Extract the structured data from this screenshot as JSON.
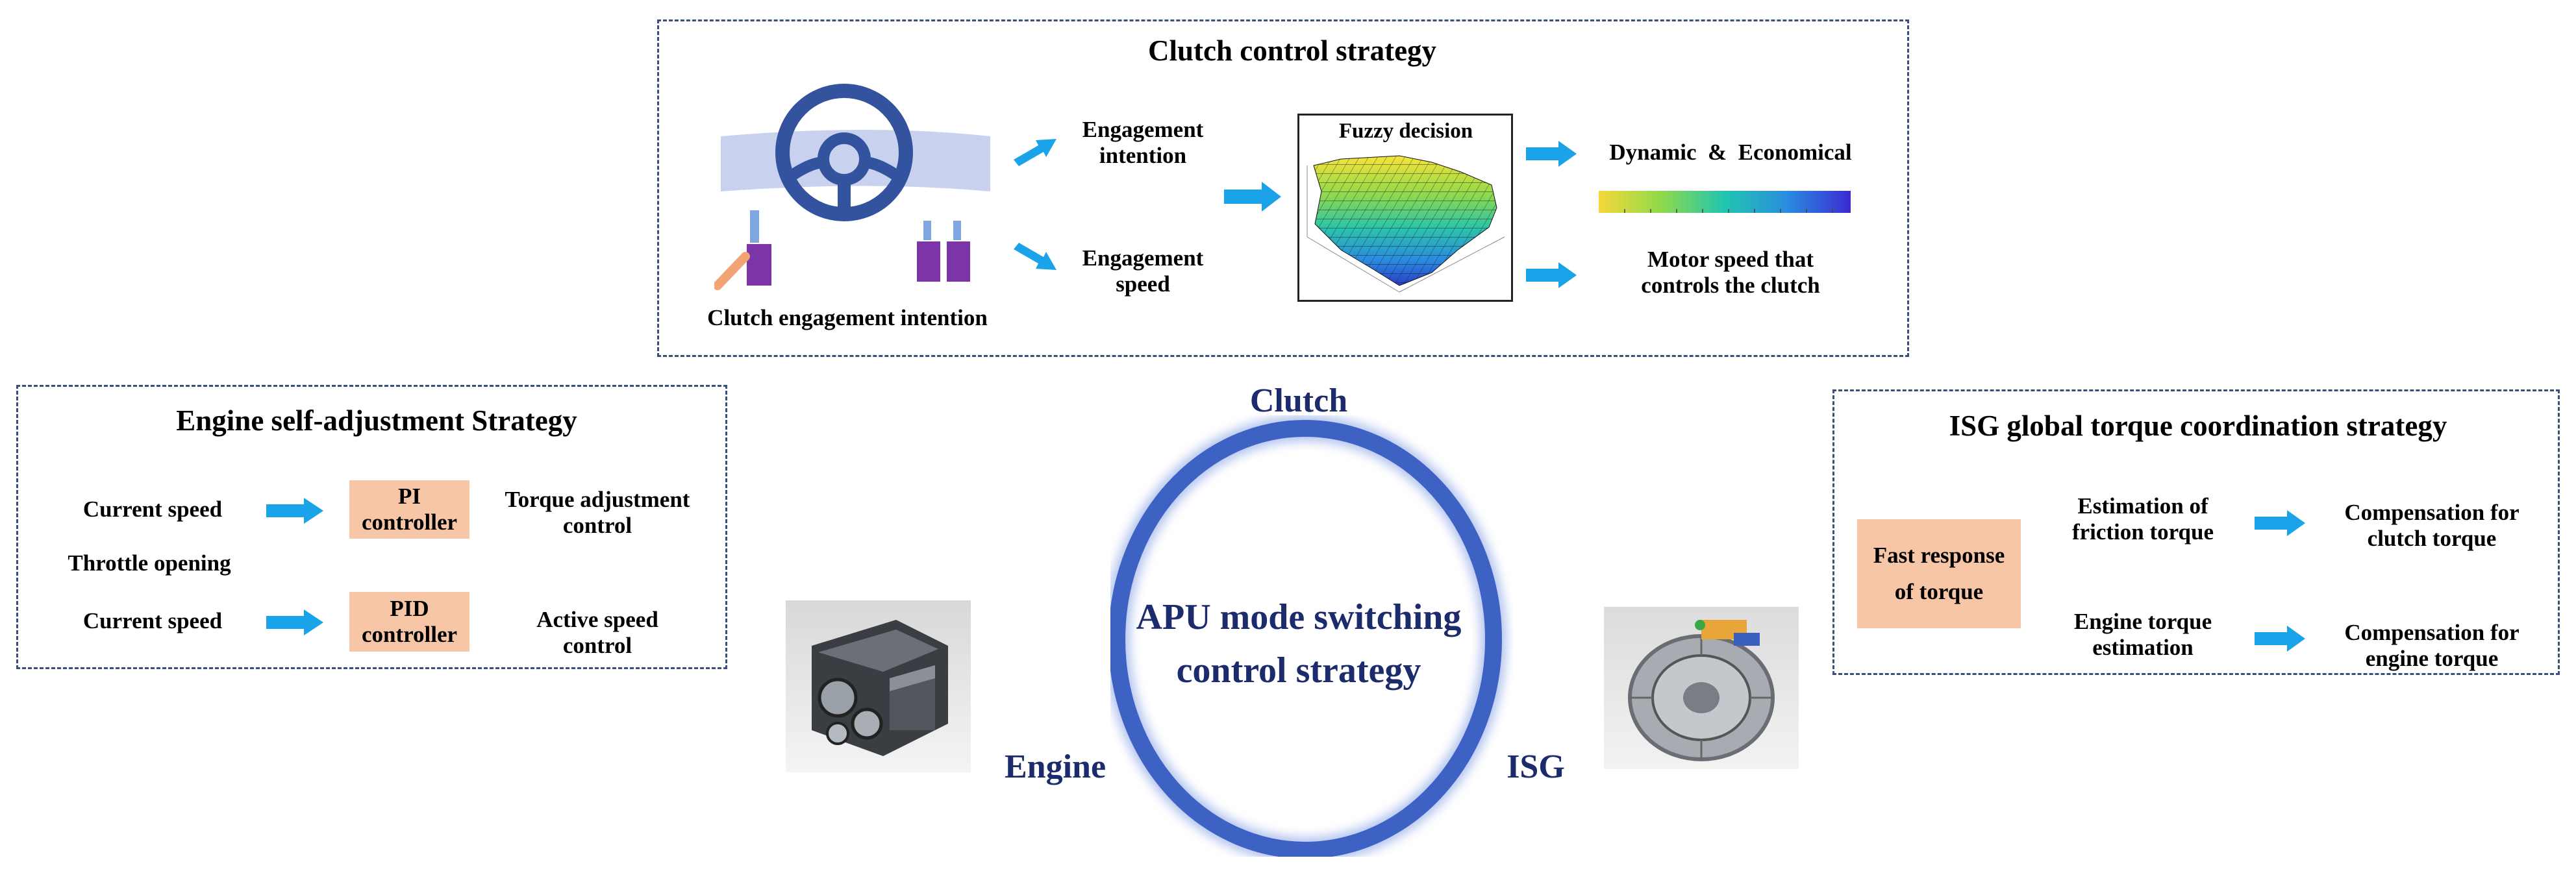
{
  "colors": {
    "panel_border": "#3b5078",
    "arrow": "#1aa3e8",
    "box_fill": "#f6c6a6",
    "ring": "#3e62c4",
    "navy_text": "#1b2b6b"
  },
  "clutch_panel": {
    "title": "Clutch control strategy",
    "intention_caption": "Clutch engagement intention",
    "engagement_intention": "Engagement\nintention",
    "engagement_speed": "Engagement\nspeed",
    "fuzzy_title": "Fuzzy decision",
    "dynamic_economical": "Dynamic  &  Economical",
    "motor_speed": "Motor speed that\ncontrols the clutch",
    "icons": [
      "steering-wheel-icon",
      "pedal-icon",
      "fuzzy-surface-plot",
      "colorbar"
    ]
  },
  "engine_panel": {
    "title": "Engine self-adjustment Strategy",
    "current_speed_1": "Current speed",
    "throttle_opening": "Throttle opening",
    "current_speed_2": "Current speed",
    "pi_controller": "PI\ncontroller",
    "pid_controller": "PID\ncontroller",
    "torque_adjustment": "Torque adjustment\ncontrol",
    "active_speed": "Active speed\ncontrol"
  },
  "isg_panel": {
    "title": "ISG global torque coordination strategy",
    "fast_response": "Fast response\nof torque",
    "estimation_friction": "Estimation of\nfriction torque",
    "engine_torque_estimation": "Engine torque\nestimation",
    "compensation_clutch": "Compensation for\nclutch torque",
    "compensation_engine": "Compensation for\nengine torque"
  },
  "center": {
    "clutch": "Clutch",
    "engine": "Engine",
    "isg": "ISG",
    "apu_title": "APU mode switching\ncontrol strategy",
    "icons": [
      "engine-photo",
      "isg-motor-photo",
      "ring"
    ]
  }
}
